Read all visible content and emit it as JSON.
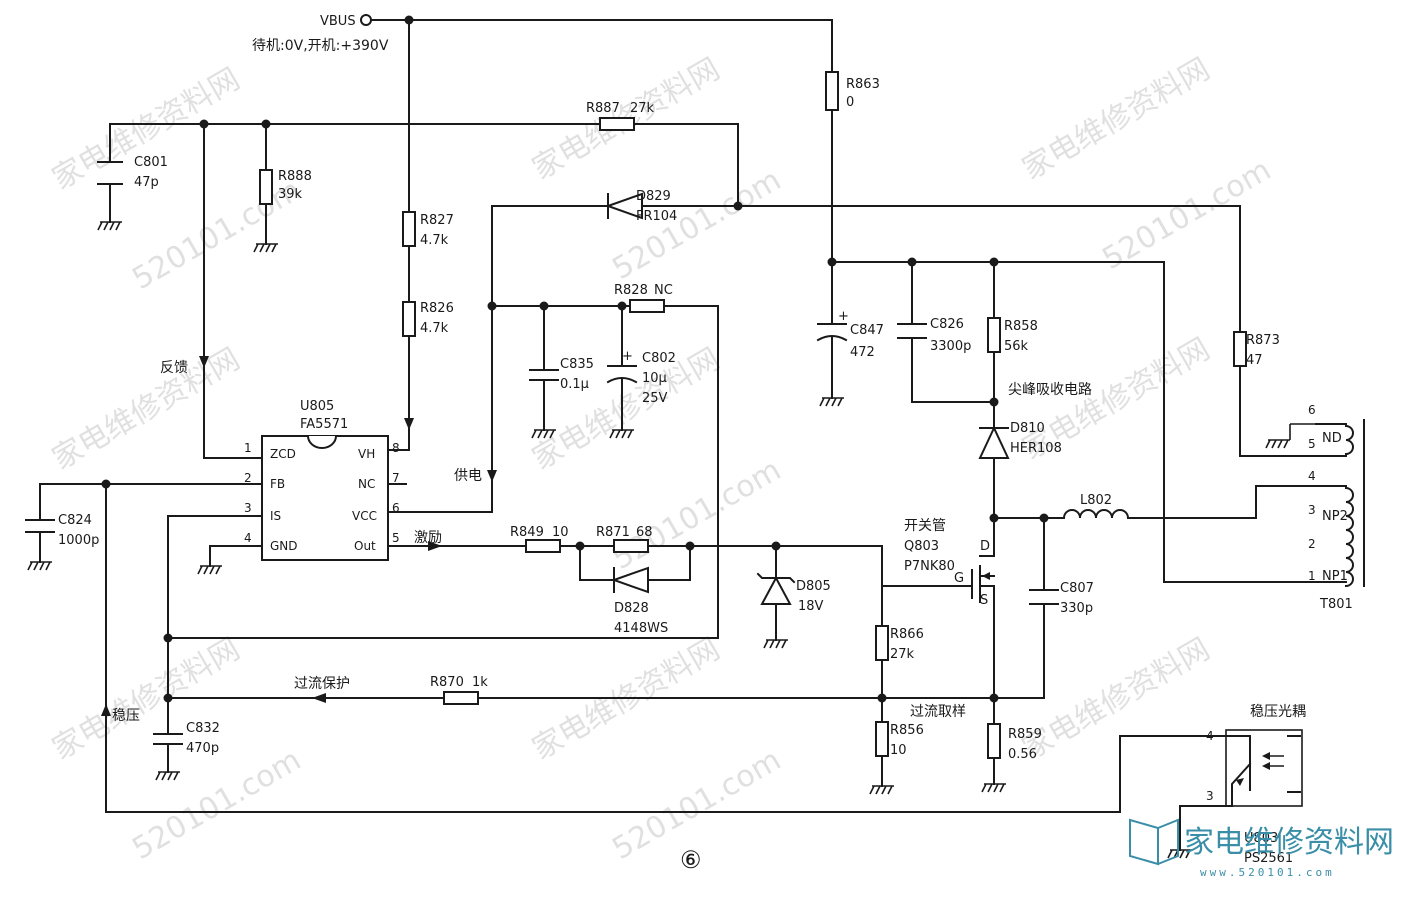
{
  "supply": {
    "name": "VBUS",
    "note": "待机:0V,开机:+390V"
  },
  "ic": {
    "ref": "U805",
    "part": "FA5571",
    "pins": [
      {
        "num": "1",
        "name": "ZCD"
      },
      {
        "num": "2",
        "name": "FB"
      },
      {
        "num": "3",
        "name": "IS"
      },
      {
        "num": "4",
        "name": "GND"
      },
      {
        "num": "8",
        "name": "VH"
      },
      {
        "num": "7",
        "name": "NC"
      },
      {
        "num": "6",
        "name": "VCC"
      },
      {
        "num": "5",
        "name": "Out"
      }
    ]
  },
  "components": {
    "c801": {
      "ref": "C801",
      "value": "47p"
    },
    "r888": {
      "ref": "R888",
      "value": "39k"
    },
    "r887": {
      "ref": "R887",
      "value": "27k"
    },
    "r863": {
      "ref": "R863",
      "value": "0"
    },
    "d829": {
      "ref": "D829",
      "value": "FR104"
    },
    "r827": {
      "ref": "R827",
      "value": "4.7k"
    },
    "r826": {
      "ref": "R826",
      "value": "4.7k"
    },
    "r828": {
      "ref": "R828",
      "value": "NC"
    },
    "c835": {
      "ref": "C835",
      "value": "0.1μ"
    },
    "c802": {
      "ref": "C802",
      "value": "10μ",
      "voltage": "25V"
    },
    "c847": {
      "ref": "C847",
      "value": "472"
    },
    "c826": {
      "ref": "C826",
      "value": "3300p"
    },
    "r858": {
      "ref": "R858",
      "value": "56k"
    },
    "r873": {
      "ref": "R873",
      "value": "47"
    },
    "d810": {
      "ref": "D810",
      "value": "HER108"
    },
    "l802": {
      "ref": "L802",
      "value": ""
    },
    "c824": {
      "ref": "C824",
      "value": "1000p"
    },
    "r849": {
      "ref": "R849",
      "value": "10"
    },
    "r871": {
      "ref": "R871",
      "value": "68"
    },
    "d828": {
      "ref": "D828",
      "value": "4148WS"
    },
    "d805": {
      "ref": "D805",
      "value": "18V"
    },
    "q803": {
      "ref": "Q803",
      "value": "P7NK80"
    },
    "c807": {
      "ref": "C807",
      "value": "330p"
    },
    "r866": {
      "ref": "R866",
      "value": "27k"
    },
    "r870": {
      "ref": "R870",
      "value": "1k"
    },
    "c832": {
      "ref": "C832",
      "value": "470p"
    },
    "r856": {
      "ref": "R856",
      "value": "10"
    },
    "r859": {
      "ref": "R859",
      "value": "0.56"
    },
    "u803": {
      "ref": "U803",
      "value": "PS2561"
    },
    "t801": {
      "ref": "T801",
      "value": ""
    }
  },
  "annotations": {
    "feedback": "反馈",
    "power_supply": "供电",
    "excitation": "激励",
    "spike_absorb": "尖峰吸收电路",
    "switch_tube": "开关管",
    "overcurrent_protect": "过流保护",
    "overcurrent_sample": "过流取样",
    "regulation": "稳压",
    "regulator_optocoupler": "稳压光耦"
  },
  "mosfet_pins": {
    "d": "D",
    "g": "G",
    "s": "S"
  },
  "transformer": {
    "windings": [
      {
        "pin_top": "6",
        "pin_bottom": "5",
        "name": "ND"
      },
      {
        "pin_top": "4",
        "pin_mid": "3",
        "name": "NP2"
      },
      {
        "pin_top": "2",
        "pin_bottom": "1",
        "name": "NP1"
      }
    ]
  },
  "optocoupler_pins": {
    "p4": "4",
    "p3": "3"
  },
  "figure_number": "⑥",
  "watermark": {
    "text": "家电维修资料网",
    "url": "520101.com"
  },
  "brand": {
    "name": "家电维修资料网",
    "sub": "www.520101.com"
  },
  "colors": {
    "line": "#1a1a1a",
    "watermark": "#c8c8c8",
    "brand": "#3a8ea8"
  }
}
